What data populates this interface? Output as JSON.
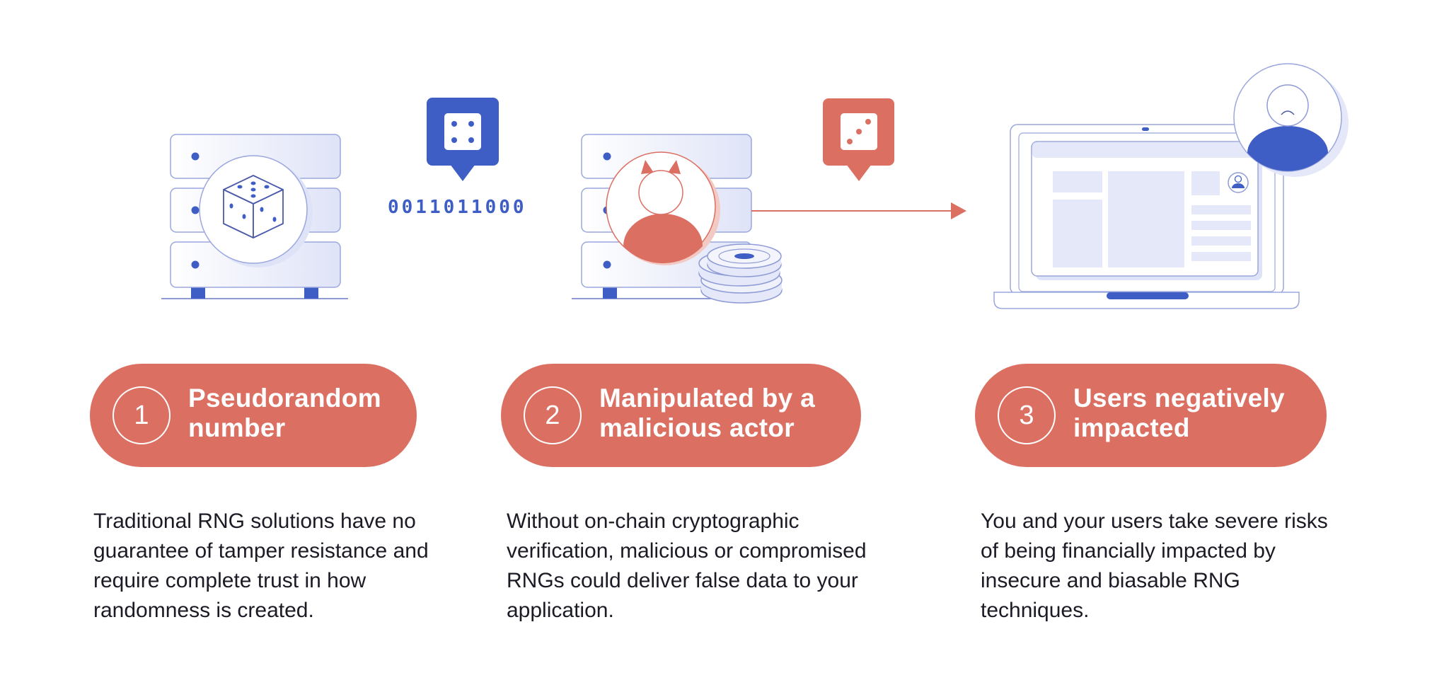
{
  "binary_string": "0011011000",
  "colors": {
    "accent_red": "#db6f62",
    "accent_blue": "#3e5ec6",
    "light_blue": "#e4e8f8",
    "outline": "#9aa7de",
    "text": "#1b1b26"
  },
  "icons": [
    "server-icon",
    "dice-icon",
    "dice-speech-bubble-icon",
    "malicious-actor-avatar-icon",
    "coin-stack-icon",
    "arrow-right-icon",
    "laptop-icon",
    "user-avatar-icon"
  ],
  "steps": [
    {
      "number": "1",
      "title_line1": "Pseudorandom",
      "title_line2": "number",
      "description": "Traditional RNG solutions have no guarantee of tamper resistance and require complete trust in how randomness is created."
    },
    {
      "number": "2",
      "title_line1": "Manipulated by a",
      "title_line2": "malicious actor",
      "description": "Without on-chain cryptographic verification, malicious or compromised RNGs could deliver false data to your application."
    },
    {
      "number": "3",
      "title_line1": "Users negatively",
      "title_line2": "impacted",
      "description": "You and your users take severe risks of being financially impacted by insecure and biasable RNG techniques."
    }
  ]
}
